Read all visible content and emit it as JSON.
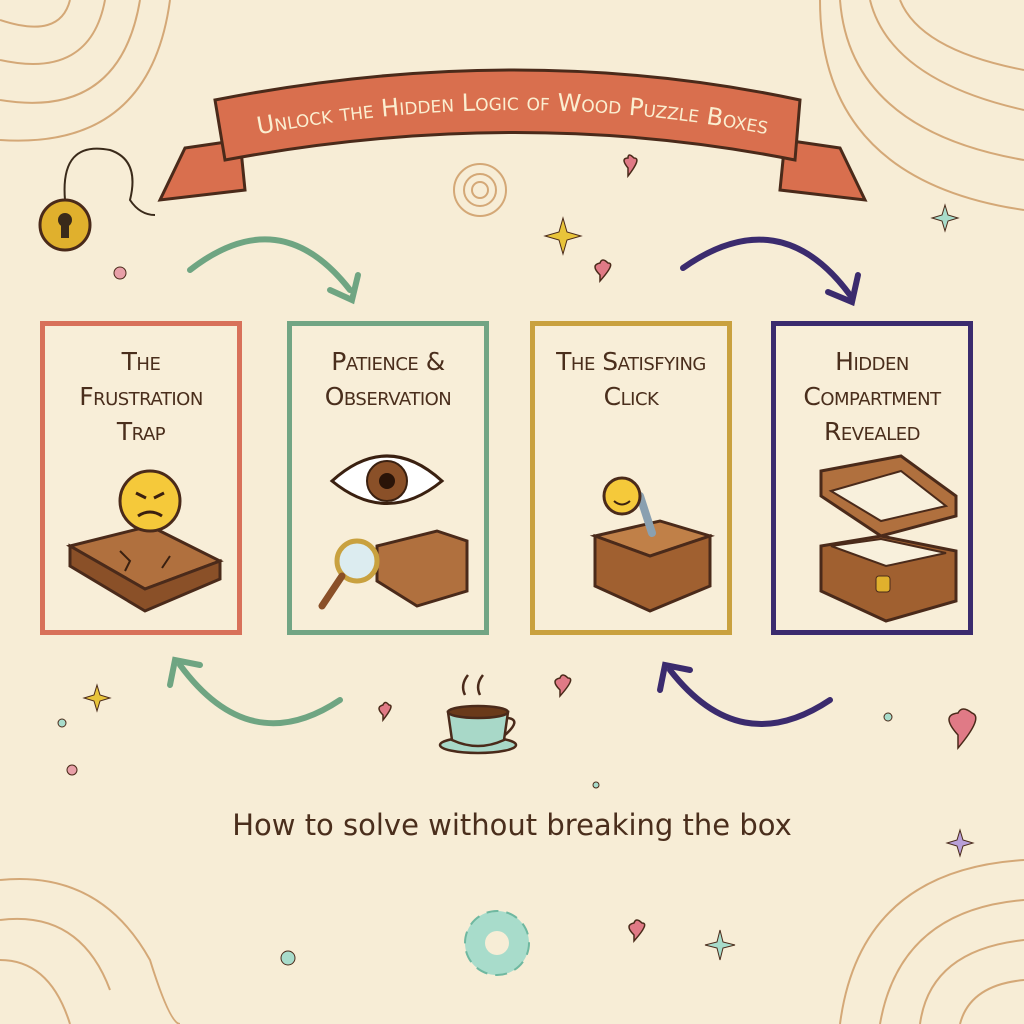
{
  "banner": {
    "title": "Unlock the Hidden Logic of Wood Puzzle Boxes",
    "color": "#d96f4e"
  },
  "steps": [
    {
      "title": "The Frustration Trap",
      "color": "#d8715a",
      "icon": "angry-face-cracked-box"
    },
    {
      "title": "Patience & Observation",
      "color": "#72a584",
      "icon": "eye-magnifier-box"
    },
    {
      "title": "The Satisfying Click",
      "color": "#c9a13f",
      "icon": "happy-face-lever-box"
    },
    {
      "title": "Hidden Compartment Revealed",
      "color": "#3b2b6e",
      "icon": "open-chest-sparkles"
    }
  ],
  "subtitle": "How to solve without breaking the box"
}
